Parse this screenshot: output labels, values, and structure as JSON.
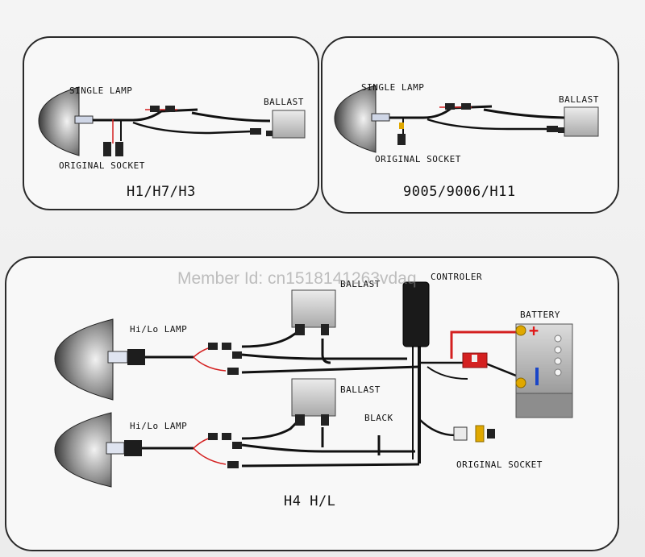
{
  "panels": {
    "top_left": {
      "title": "H1/H7/H3",
      "lamp_label": "SINGLE LAMP",
      "ballast_label": "BALLAST",
      "socket_label": "ORIGINAL SOCKET"
    },
    "top_right": {
      "title": "9005/9006/H11",
      "lamp_label": "SINGLE LAMP",
      "ballast_label": "BALLAST",
      "socket_label": "ORIGINAL SOCKET"
    },
    "bottom": {
      "title": "H4 H/L",
      "lamp1_label": "Hi/Lo LAMP",
      "lamp2_label": "Hi/Lo LAMP",
      "ballast1_label": "BALLAST",
      "ballast2_label": "BALLAST",
      "controller_label": "CONTROLER",
      "battery_label": "BATTERY",
      "black_label": "BLACK",
      "socket_label": "ORIGINAL SOCKET",
      "plus_sign": "+"
    }
  },
  "watermark": "Member Id: cn1518141263vdaq",
  "colors": {
    "wire": "#111111",
    "red_wire": "#d42020",
    "battery_red": "#e01818",
    "battery_blue": "#1a46c8",
    "connector_yellow": "#e0a800"
  }
}
